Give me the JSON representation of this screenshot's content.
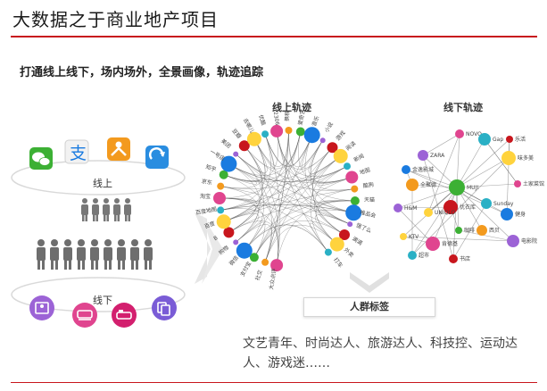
{
  "title": "大数据之于商业地产项目",
  "subtitle": "打通线上线下，场内场外，全景画像，轨迹追踪",
  "online_label": "线上",
  "offline_label": "线下",
  "online_trajectory": {
    "title": "线上轨迹",
    "nodes": [
      "大众点评",
      "社交",
      "支付宝",
      "微信",
      "购物",
      "B",
      "百度",
      "百度地图",
      "淘宝",
      "京东",
      "知乎",
      "一号店",
      "美团",
      "豆瓣",
      "去哪儿",
      "优酷",
      "12306",
      "携程",
      "爱奇艺",
      "音乐",
      "小说",
      "游戏",
      "阅读",
      "新闻",
      "地图",
      "酷狗",
      "天猫",
      "唯品会",
      "饿了么",
      "滴滴",
      "外卖",
      "打车"
    ]
  },
  "offline_trajectory": {
    "title": "线下轨迹",
    "nodes": [
      "NOVO",
      "Gap",
      "乐活",
      "ZARA",
      "味多美",
      "金逸影城",
      "MUJI",
      "全聚德",
      "土家菜馆",
      "Sunday",
      "优衣库",
      "H&M",
      "UNIQLO",
      "健身",
      "咖啡",
      "西贝",
      "肯德基",
      "超市",
      "书店",
      "电影院",
      "KTV"
    ]
  },
  "tags_box": "人群标签",
  "tags_text": "文艺青年、时尚达人、旅游达人、科技控、运动达人、游戏迷……",
  "colors": {
    "accent_red": "#c8161d",
    "wechat_green": "#3cb034",
    "alipay_blue": "#1a7be0",
    "orange": "#f39a1e",
    "purple": "#9c63d6",
    "pink": "#e0458f",
    "magenta": "#d31f6e"
  },
  "icons": [
    "wechat-icon",
    "alipay-icon",
    "people-app-icon",
    "refresh-app-icon",
    "map-icon",
    "sofa-icon",
    "bed-icon",
    "copy-icon"
  ]
}
